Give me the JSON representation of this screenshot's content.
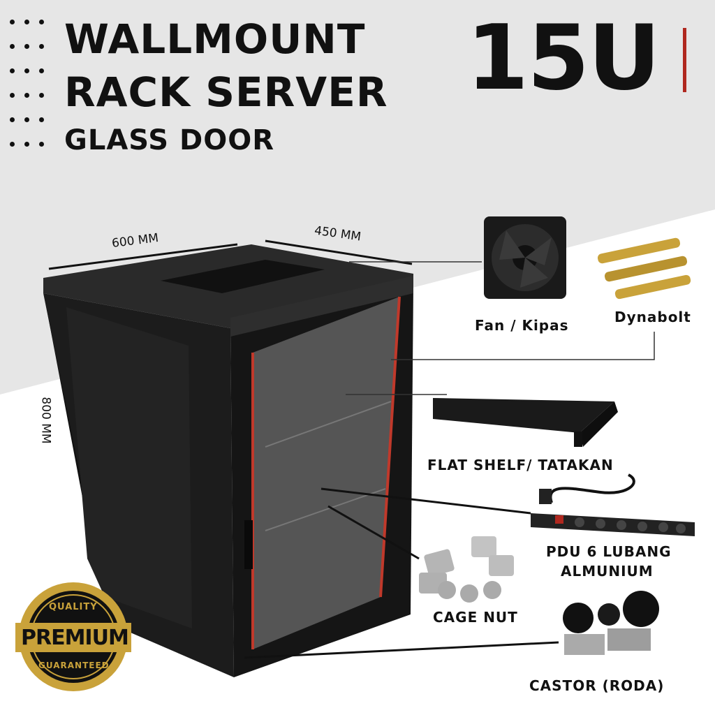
{
  "header": {
    "title_line1": "WALLMOUNT",
    "title_line2": "RACK SERVER",
    "title_line3": "GLASS DOOR",
    "size": "15U"
  },
  "dimensions": {
    "width": "600 MM",
    "depth": "450 MM",
    "height": "800 MM"
  },
  "accessories": {
    "fan": "Fan / Kipas",
    "dynabolt": "Dynabolt",
    "shelf": "FLAT SHELF/ TATAKAN",
    "pdu_line1": "PDU 6 LUBANG",
    "pdu_line2": "ALMUNIUM",
    "cage_nut": "CAGE NUT",
    "castor": "CASTOR (RODA)"
  },
  "badge": {
    "top": "QUALITY",
    "middle": "PREMIUM",
    "bottom": "GUARANTEED"
  },
  "colors": {
    "accent_red": "#b0281f",
    "background_grey": "#e6e6e6",
    "text": "#111111",
    "badge_gold": "#c9a23a"
  }
}
